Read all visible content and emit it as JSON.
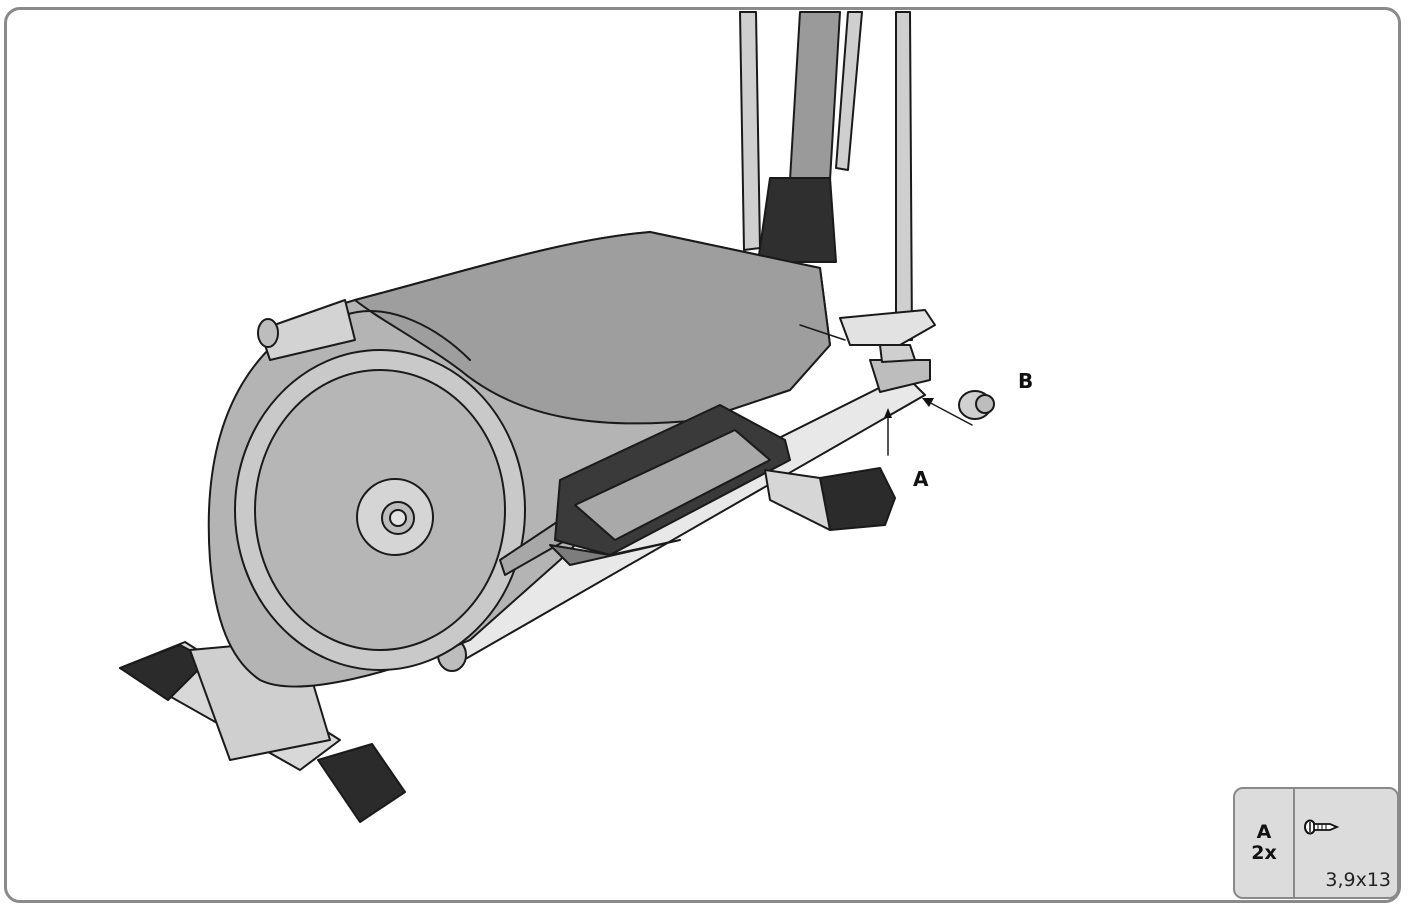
{
  "callouts": {
    "label_b": "B",
    "label_a": "A"
  },
  "parts": {
    "letter": "A",
    "quantity": "2x",
    "size": "3,9x13",
    "icon": "screw-icon"
  },
  "colors": {
    "frame": "#8a8a8a",
    "parts_bg": "#dcdcdc",
    "metal": "#c4c4c4",
    "dark": "#2b2b2b"
  }
}
